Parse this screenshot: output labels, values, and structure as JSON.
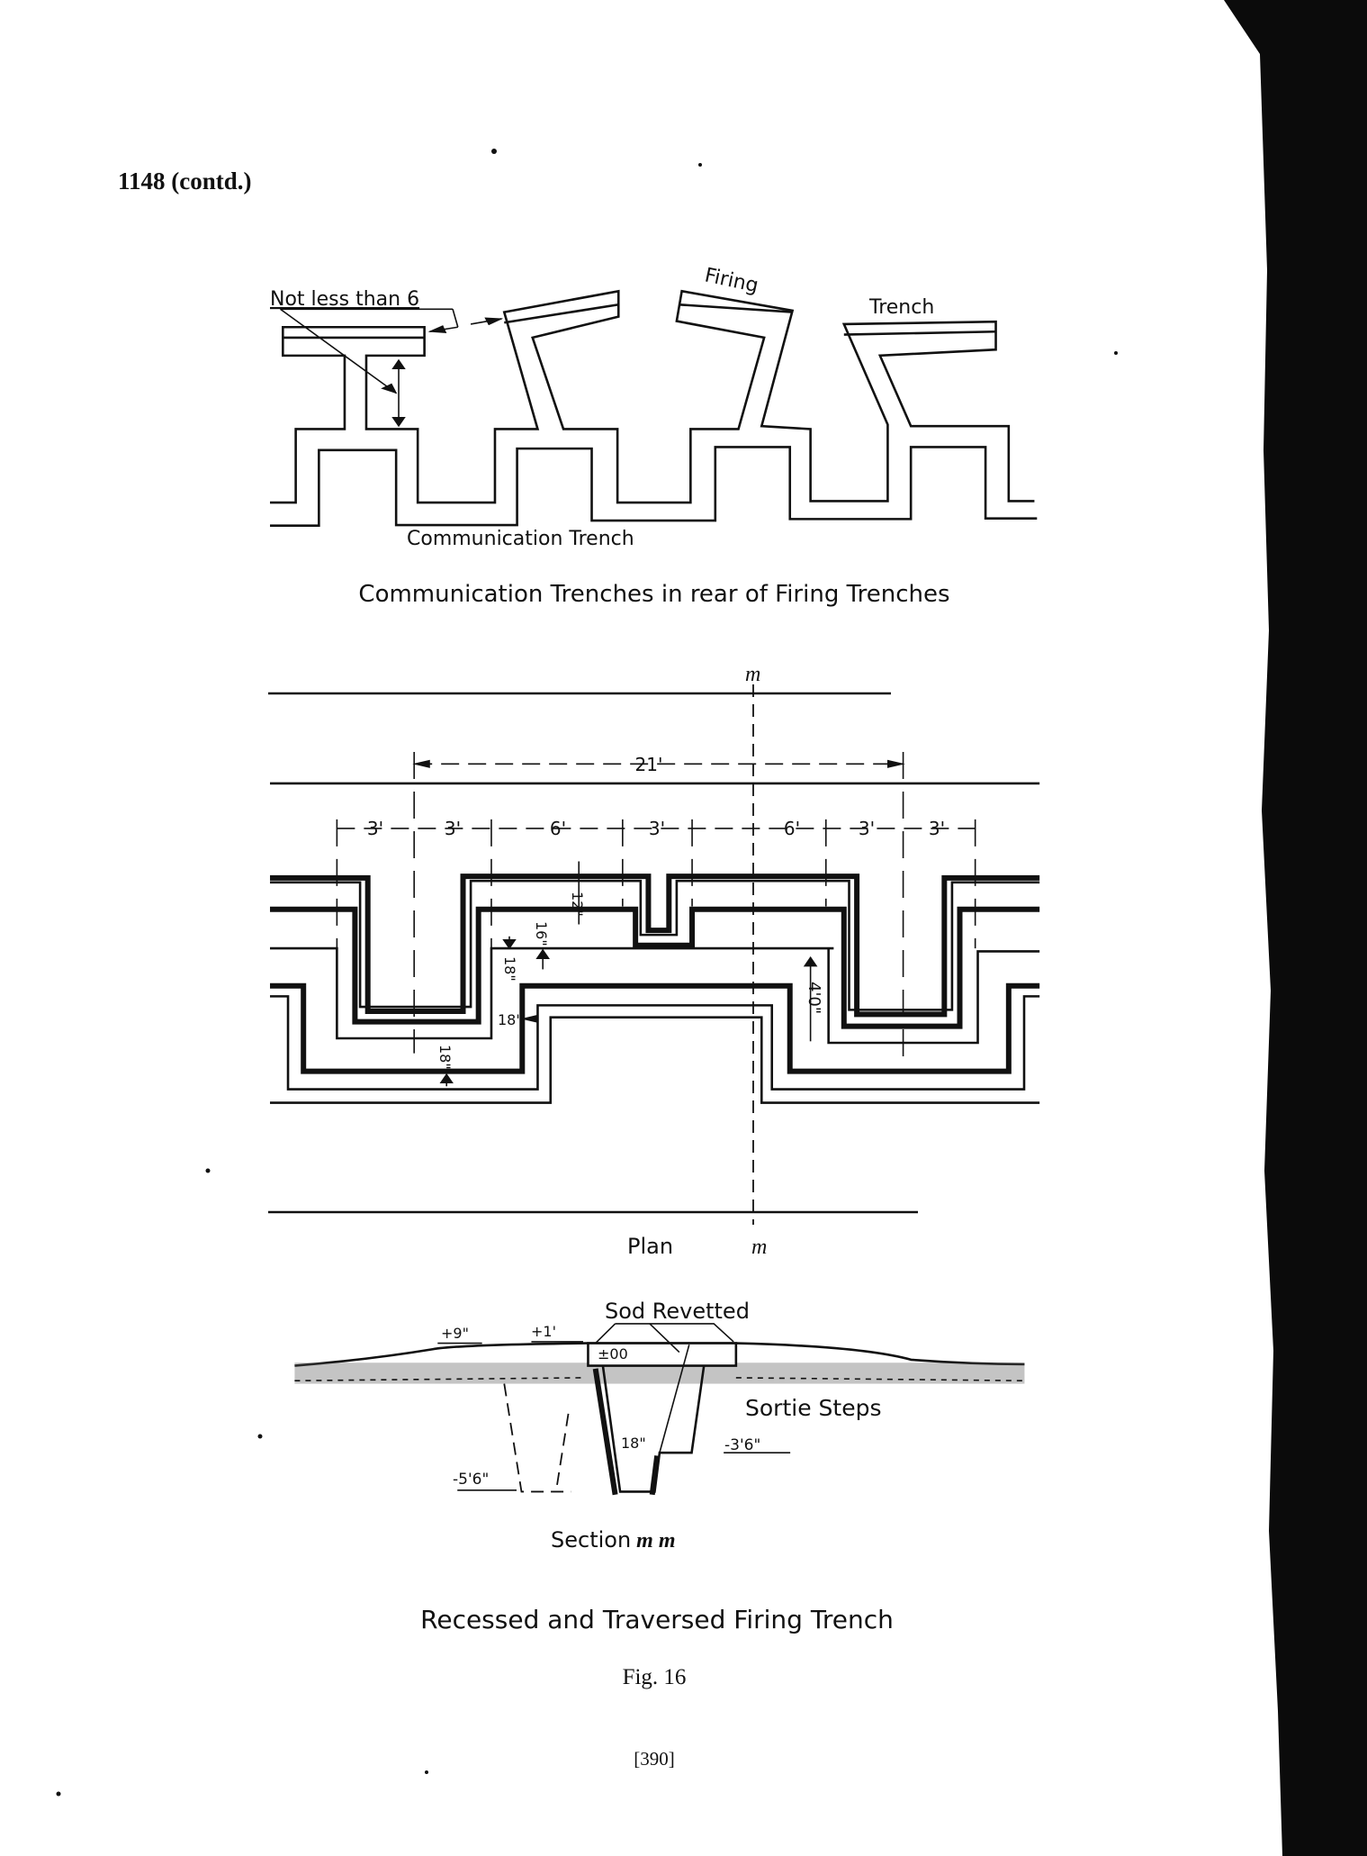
{
  "page": {
    "header": "1148 (contd.)",
    "page_number": "[390]",
    "figure_label": "Fig. 16",
    "figure_title": "Recessed and Traversed Firing Trench"
  },
  "top_diagram": {
    "label_distance": "Not less than 6",
    "label_firing": "Firing",
    "label_trench": "Trench",
    "label_comm": "Communication Trench",
    "caption": "Communication Trenches in rear of Firing Trenches"
  },
  "plan": {
    "section_mark": "m",
    "overall_dim": "21'",
    "dims": [
      "3'",
      "3'",
      "6'",
      "3'",
      "6'",
      "3'",
      "3'"
    ],
    "dim_12": "12\"",
    "dim_16": "16\"",
    "dim_18a": "18\"",
    "dim_18b": "18\"",
    "dim_18c": "18\"",
    "dim_4ft": "4'0\"",
    "label": "Plan"
  },
  "section": {
    "sod": "Sod Revetted",
    "plus9": "+9\"",
    "plus1": "+1'",
    "zero": "±00",
    "sortie": "Sortie Steps",
    "minus36": "-3'6\"",
    "w18": "18\"",
    "minus56": "-5'6\"",
    "label": "Section",
    "label_mm": "m m"
  }
}
